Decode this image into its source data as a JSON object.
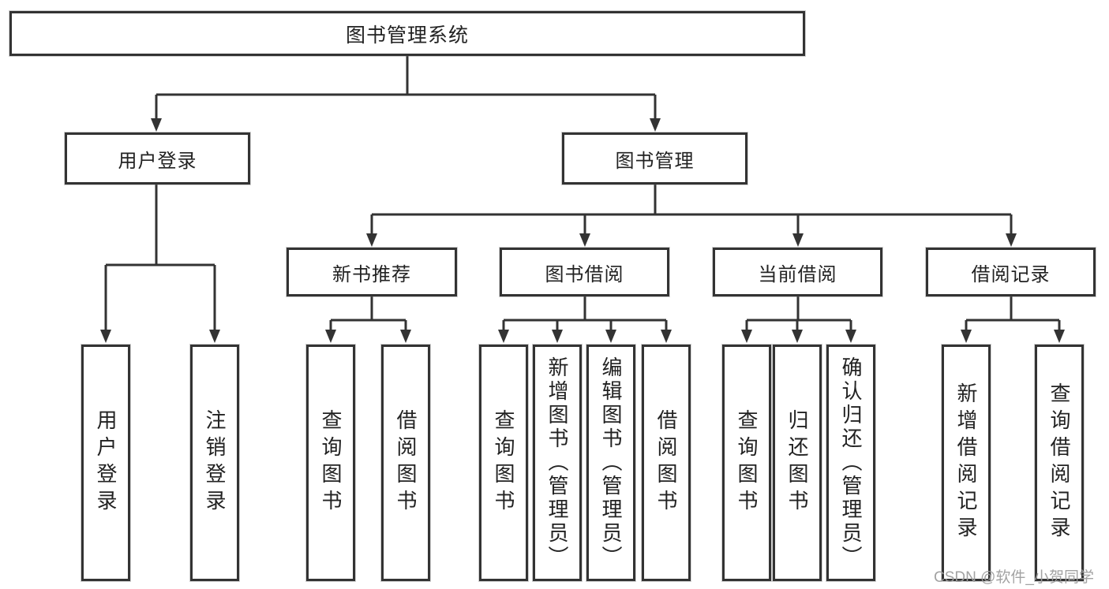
{
  "colors": {
    "line": "#333333",
    "box_border": "#333333",
    "text": "#222222",
    "watermark_text": "#9e9e9e",
    "background": "#ffffff"
  },
  "watermark": "CSDN @软件_小贺同学",
  "nodes": {
    "root": {
      "label": "图书管理系统"
    },
    "user_login": {
      "label": "用户登录"
    },
    "book_mgmt": {
      "label": "图书管理"
    },
    "new_book_rec": {
      "label": "新书推荐"
    },
    "book_borrow": {
      "label": "图书借阅"
    },
    "current_borrow": {
      "label": "当前借阅"
    },
    "borrow_records": {
      "label": "借阅记录"
    },
    "login": {
      "label": "用户登录"
    },
    "logout": {
      "label": "注销登录"
    },
    "nbr_query": {
      "label": "查询图书"
    },
    "nbr_borrow": {
      "label": "借阅图书"
    },
    "bb_query": {
      "label": "查询图书"
    },
    "bb_add": {
      "label": "新增图书（管理员）"
    },
    "bb_edit": {
      "label": "编辑图书（管理员）"
    },
    "bb_borrow": {
      "label": "借阅图书"
    },
    "cb_query": {
      "label": "查询图书"
    },
    "cb_return": {
      "label": "归还图书"
    },
    "cb_confirm": {
      "label": "确认归还（管理员）"
    },
    "br_add": {
      "label": "新增借阅记录"
    },
    "br_query": {
      "label": "查询借阅记录"
    }
  }
}
